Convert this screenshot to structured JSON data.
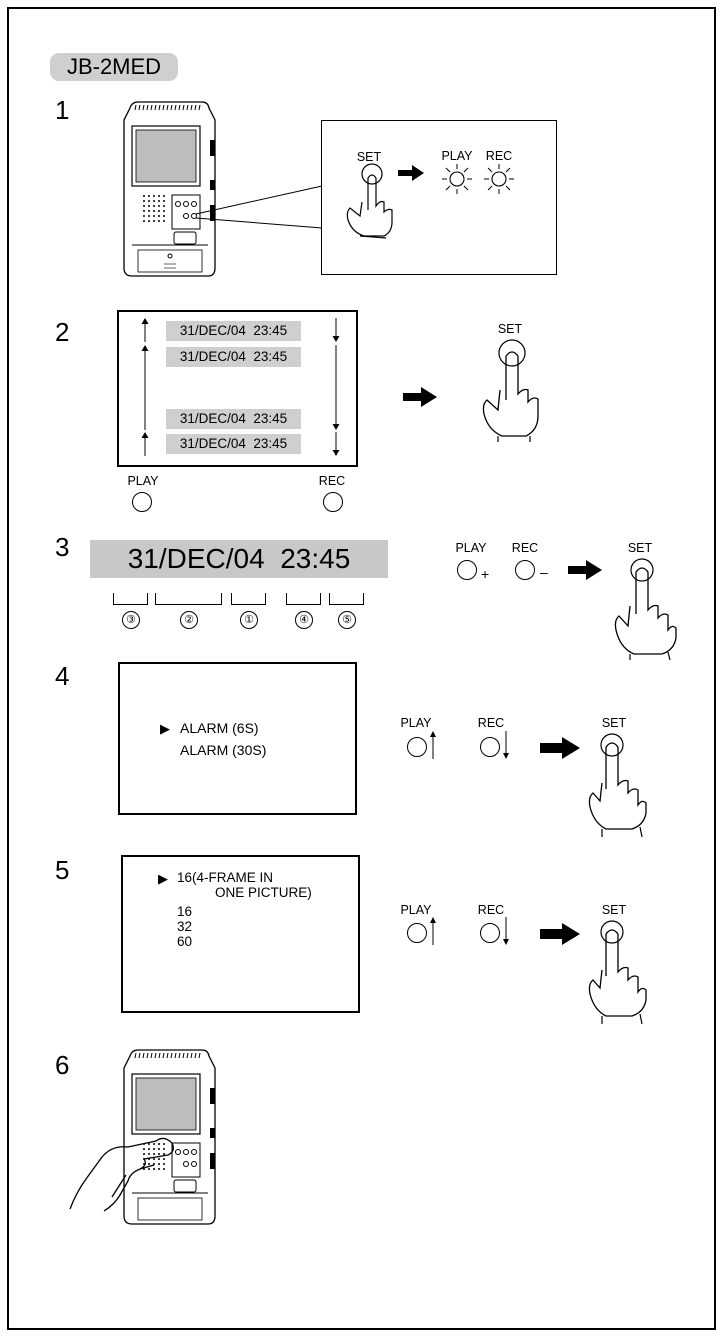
{
  "model": "JB-2MED",
  "steps": [
    "1",
    "2",
    "3",
    "4",
    "5",
    "6"
  ],
  "buttons": {
    "set": "SET",
    "play": "PLAY",
    "rec": "REC"
  },
  "step2": {
    "rows": [
      "31/DEC/04  23:45",
      "31/DEC/04  23:45",
      "31/DEC/04  23:45",
      "31/DEC/04  23:45"
    ]
  },
  "step3": {
    "datetime": "31/DEC/04  23:45",
    "plus": "+",
    "minus": "–",
    "field_order": [
      "③",
      "②",
      "①",
      "④",
      "⑤"
    ]
  },
  "step4": {
    "pointer": "▶",
    "options": [
      "ALARM (6S)",
      "ALARM (30S)"
    ]
  },
  "step5": {
    "pointer": "▶",
    "option_first_line1": "16(4-FRAME IN",
    "option_first_line2": "ONE PICTURE)",
    "options": [
      "16",
      "32",
      "60"
    ]
  },
  "icons": [
    "monitor-device-icon",
    "pressing-hand-icon",
    "arrow-right-icon",
    "led-light-icon",
    "arrow-up-icon",
    "arrow-down-icon"
  ]
}
